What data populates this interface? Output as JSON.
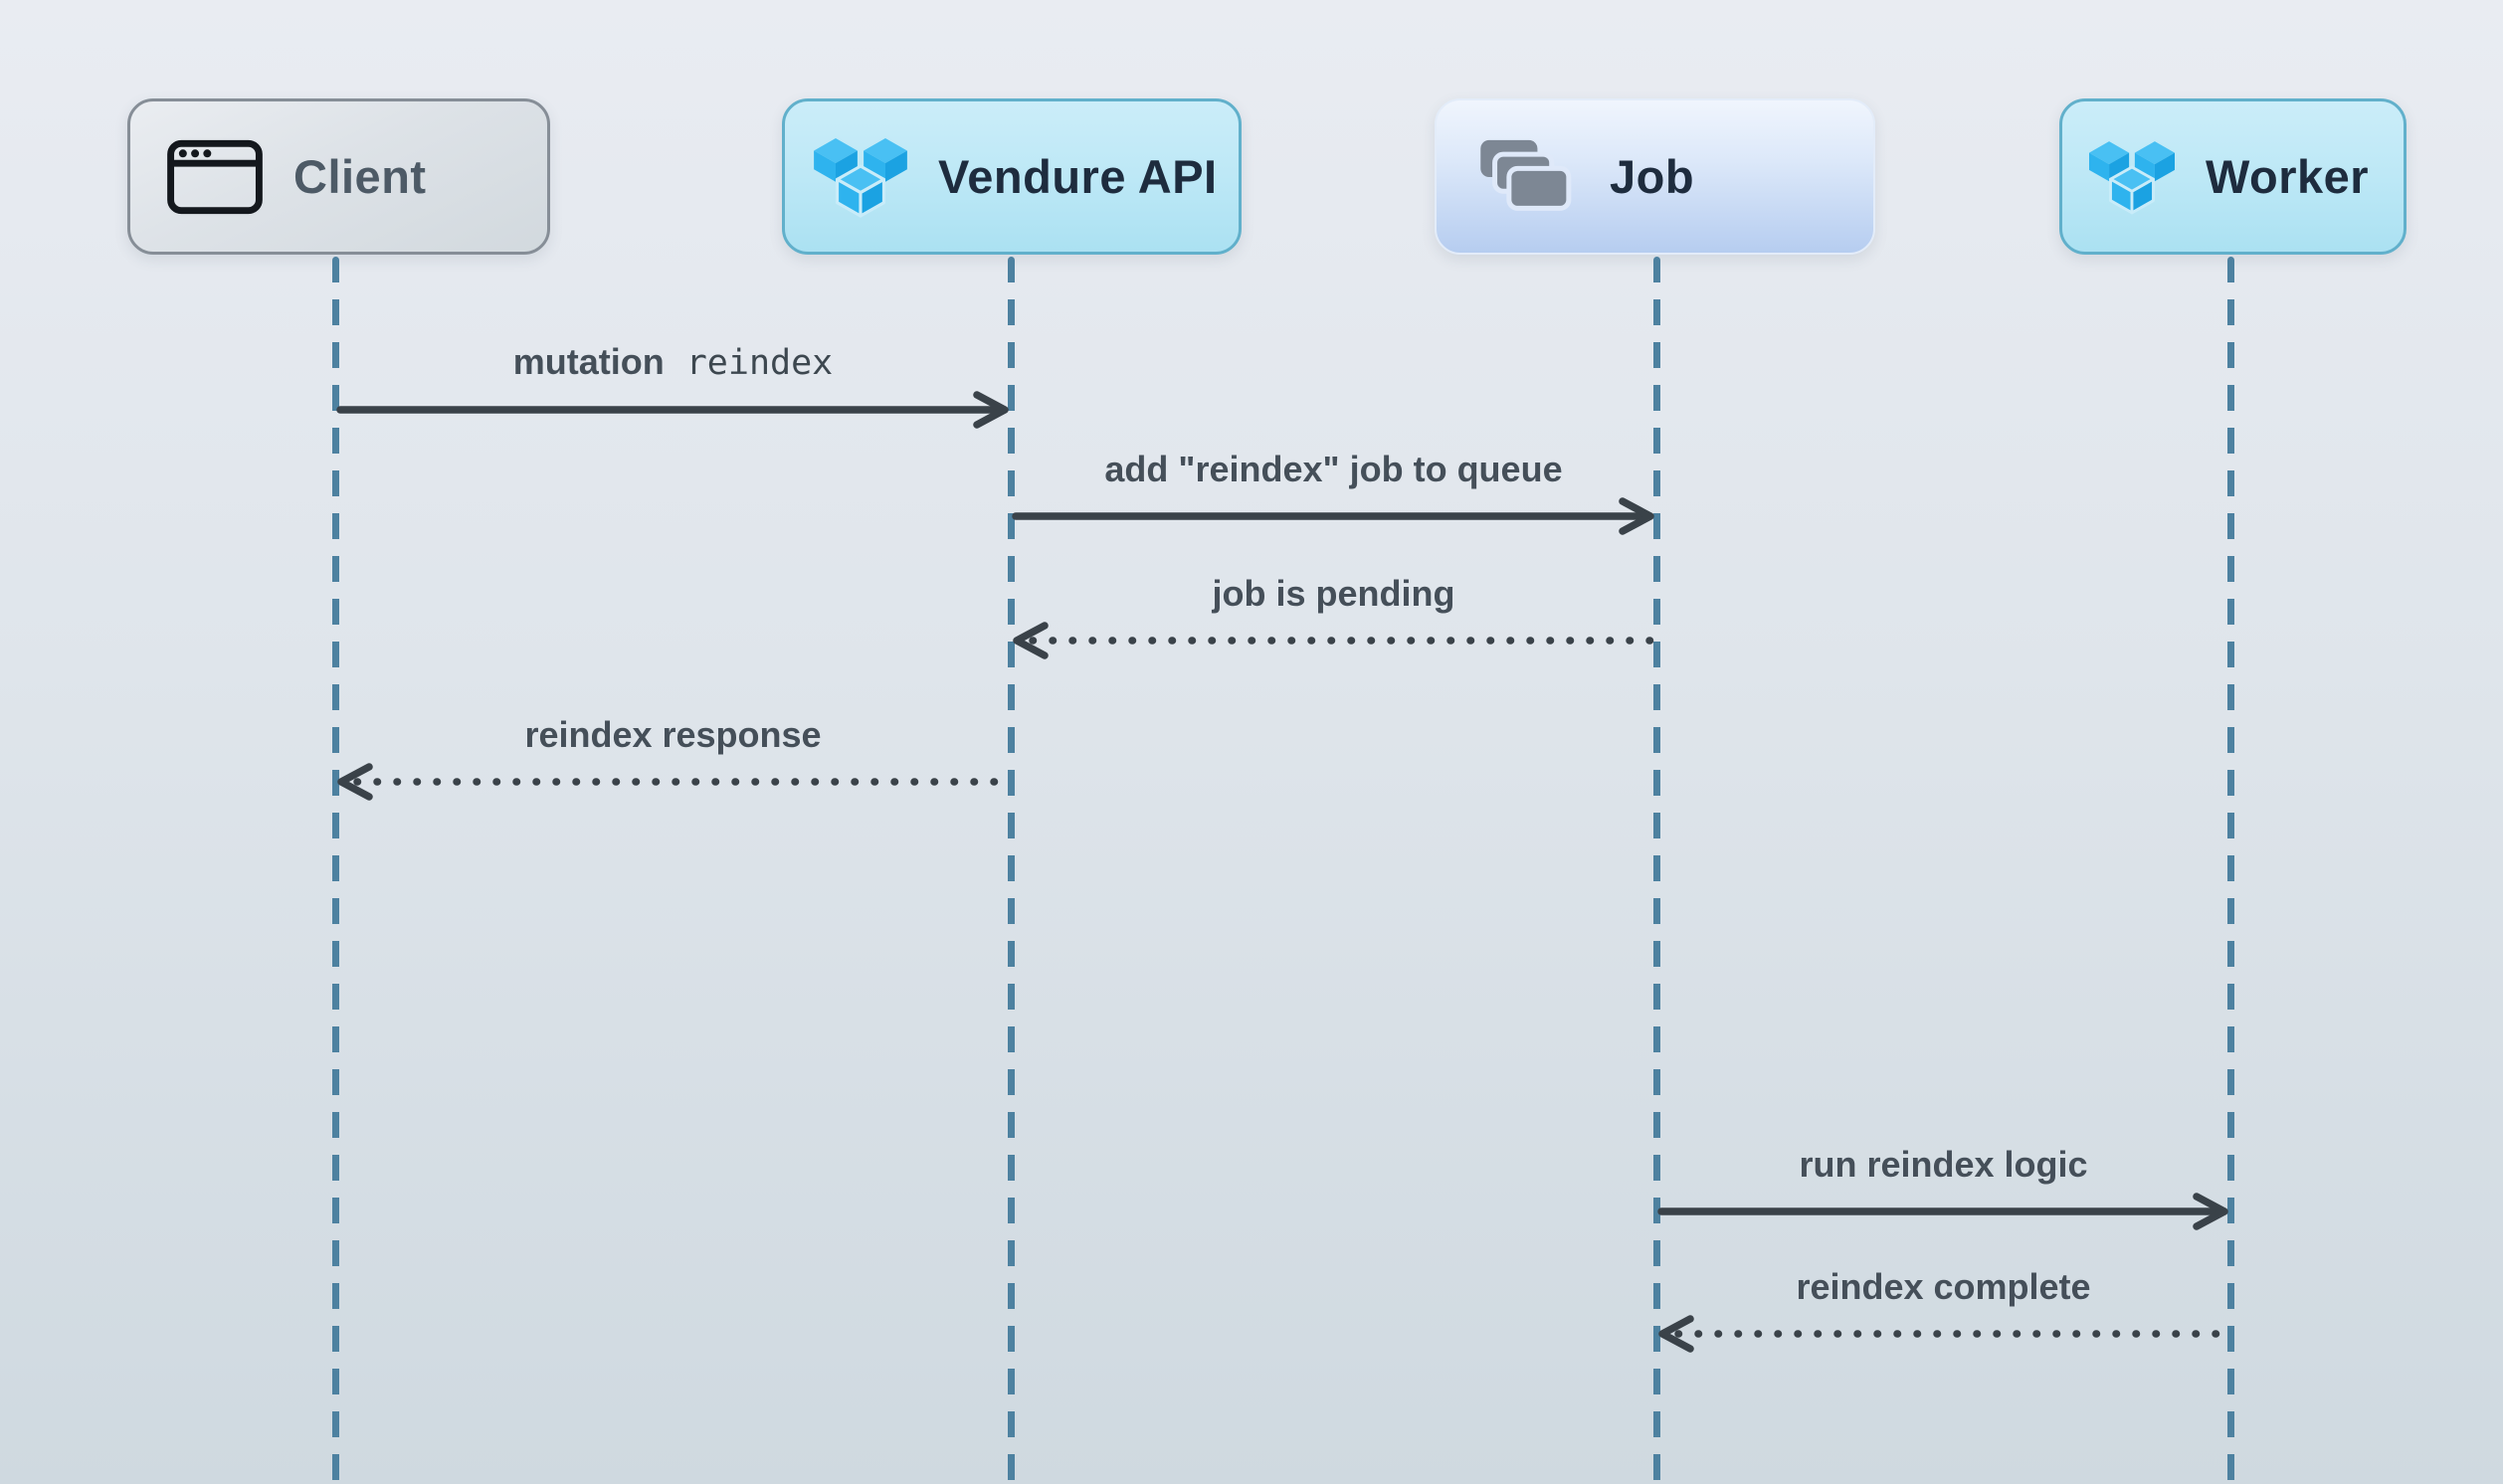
{
  "diagram": {
    "kind": "sequence-diagram",
    "actors": [
      {
        "name": "Client",
        "icon": "browser-window-icon",
        "style": "gray"
      },
      {
        "name": "Vendure API",
        "icon": "vendure-logo-icon",
        "style": "cyan"
      },
      {
        "name": "Job",
        "icon": "stacked-cards-icon",
        "style": "blue"
      },
      {
        "name": "Worker",
        "icon": "vendure-logo-icon",
        "style": "cyan"
      }
    ],
    "messages": [
      {
        "from": "Client",
        "to": "Vendure API",
        "text": "mutation",
        "code": "reindex",
        "line": "solid",
        "direction": "right"
      },
      {
        "from": "Vendure API",
        "to": "Job",
        "text": "add \"reindex\" job to queue",
        "line": "solid",
        "direction": "right"
      },
      {
        "from": "Job",
        "to": "Vendure API",
        "text": "job is pending",
        "line": "dotted",
        "direction": "left"
      },
      {
        "from": "Vendure API",
        "to": "Client",
        "text": "reindex response",
        "line": "dotted",
        "direction": "left"
      },
      {
        "from": "Job",
        "to": "Worker",
        "text": "run reindex logic",
        "line": "solid",
        "direction": "right"
      },
      {
        "from": "Worker",
        "to": "Job",
        "text": "reindex complete",
        "line": "dotted",
        "direction": "left"
      }
    ],
    "colors": {
      "background_top": "#e9ecf2",
      "background_bottom": "#cfd9e0",
      "lifeline": "#4d81a0",
      "arrow": "#3a4249",
      "label_text": "#454f59",
      "actor_title": "#1e2c3e",
      "client_title": "#4d5a66",
      "cyan_box_fill": "#bde8f6",
      "cyan_box_border": "#61b0cb",
      "blue_box_fill": "#b6cdf0",
      "gray_box_border": "#868e97",
      "vendure_blue": "#2eb3ee",
      "card_icon_gray": "#7d8794"
    }
  }
}
